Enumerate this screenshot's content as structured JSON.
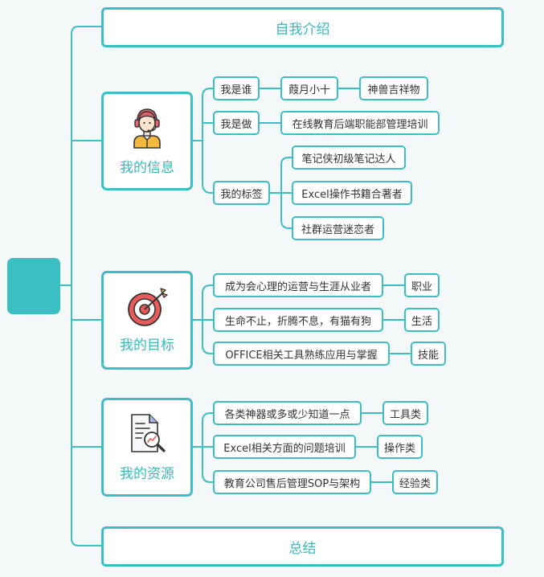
{
  "colors": {
    "accent": "#3cbfc3",
    "label": "#3cb8bd",
    "text": "#333333",
    "background": "#f4f8f9"
  },
  "top": {
    "label": "自我介绍"
  },
  "bottom": {
    "label": "总结"
  },
  "info": {
    "title": "我的信息",
    "icon": "customer-service-avatar-icon",
    "who": {
      "label": "我是谁",
      "name": "葭月小十",
      "alias": "神兽吉祥物"
    },
    "job": {
      "label": "我是做",
      "value": "在线教育后端职能部管理培训"
    },
    "tags": {
      "label": "我的标签",
      "items": [
        "笔记侠初级笔记达人",
        "Excel操作书籍合著者",
        "社群运营迷恋者"
      ]
    }
  },
  "goal": {
    "title": "我的目标",
    "icon": "target-dart-icon",
    "items": [
      {
        "text": "成为会心理的运营与生涯从业者",
        "tag": "职业"
      },
      {
        "text": "生命不止，折腾不息，有猫有狗",
        "tag": "生活"
      },
      {
        "text": "OFFICE相关工具熟练应用与掌握",
        "tag": "技能"
      }
    ]
  },
  "resource": {
    "title": "我的资源",
    "icon": "report-magnifier-icon",
    "items": [
      {
        "text": "各类神器或多或少知道一点",
        "tag": "工具类"
      },
      {
        "text": "Excel相关方面的问题培训",
        "tag": "操作类"
      },
      {
        "text": "教育公司售后管理SOP与架构",
        "tag": "经验类"
      }
    ]
  }
}
